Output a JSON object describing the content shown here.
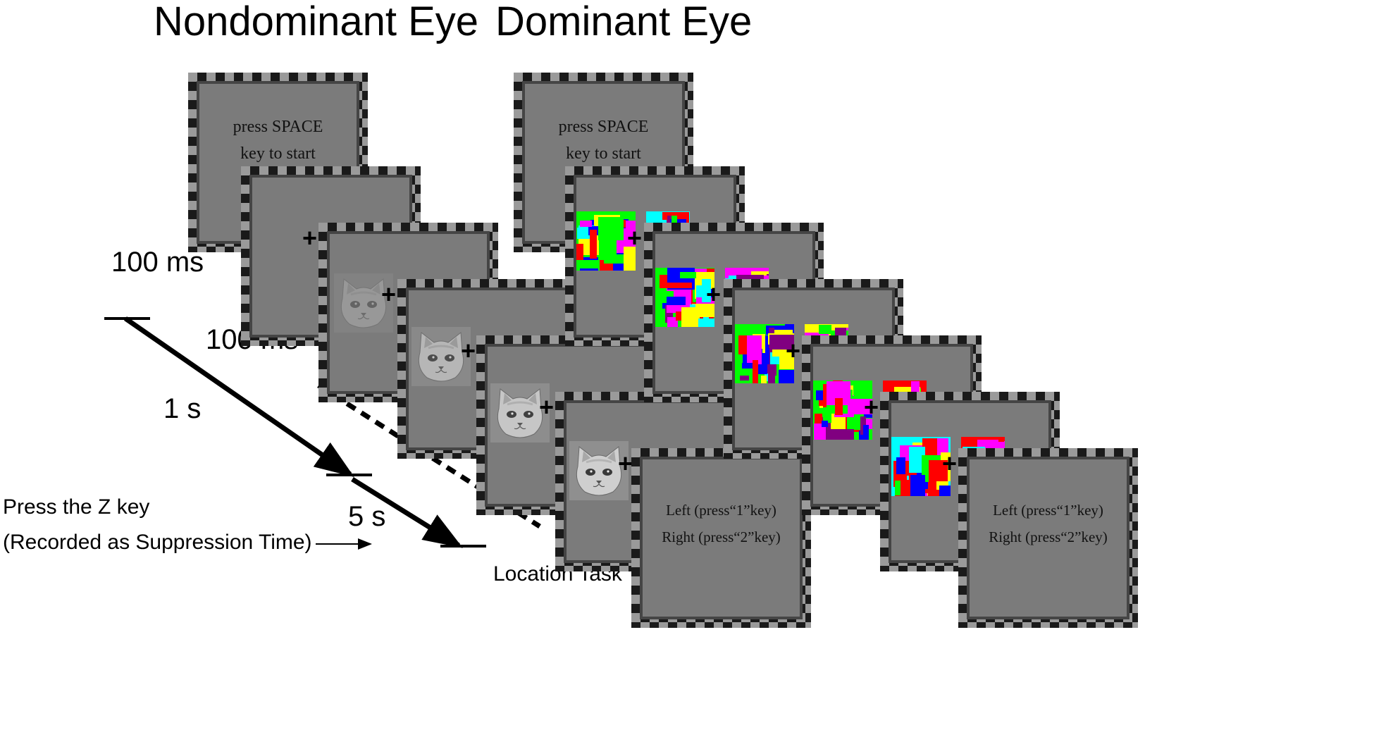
{
  "headings": {
    "nondominant": "Nondominant Eye",
    "dominant": "Dominant Eye"
  },
  "start_screen": {
    "line1": "press SPACE",
    "line2": "key to start"
  },
  "fixation": "+",
  "timing": {
    "t1": "100 ms",
    "t2": "100 ms",
    "t3": "1 s",
    "t4": "5 s"
  },
  "response": {
    "line1": "Press the Z key",
    "line2": "(Recorded as Suppression Time)"
  },
  "location_task": {
    "label": "Location Task",
    "line1": "Left (press“1”key)",
    "line2": "Right (press“2”key)"
  },
  "colors": {
    "screen": "#7b7b7b",
    "frame_dark": "#1a1a1a",
    "frame_light": "#9a9a9a",
    "mask_palette": [
      "#ff0000",
      "#0000ff",
      "#00ffff",
      "#00ff00",
      "#ff00ff",
      "#800080",
      "#ffff00"
    ]
  },
  "icons": {
    "face_stimulus": "cat-face-icon",
    "mask_stimulus": "mondrian-mask-icon"
  }
}
